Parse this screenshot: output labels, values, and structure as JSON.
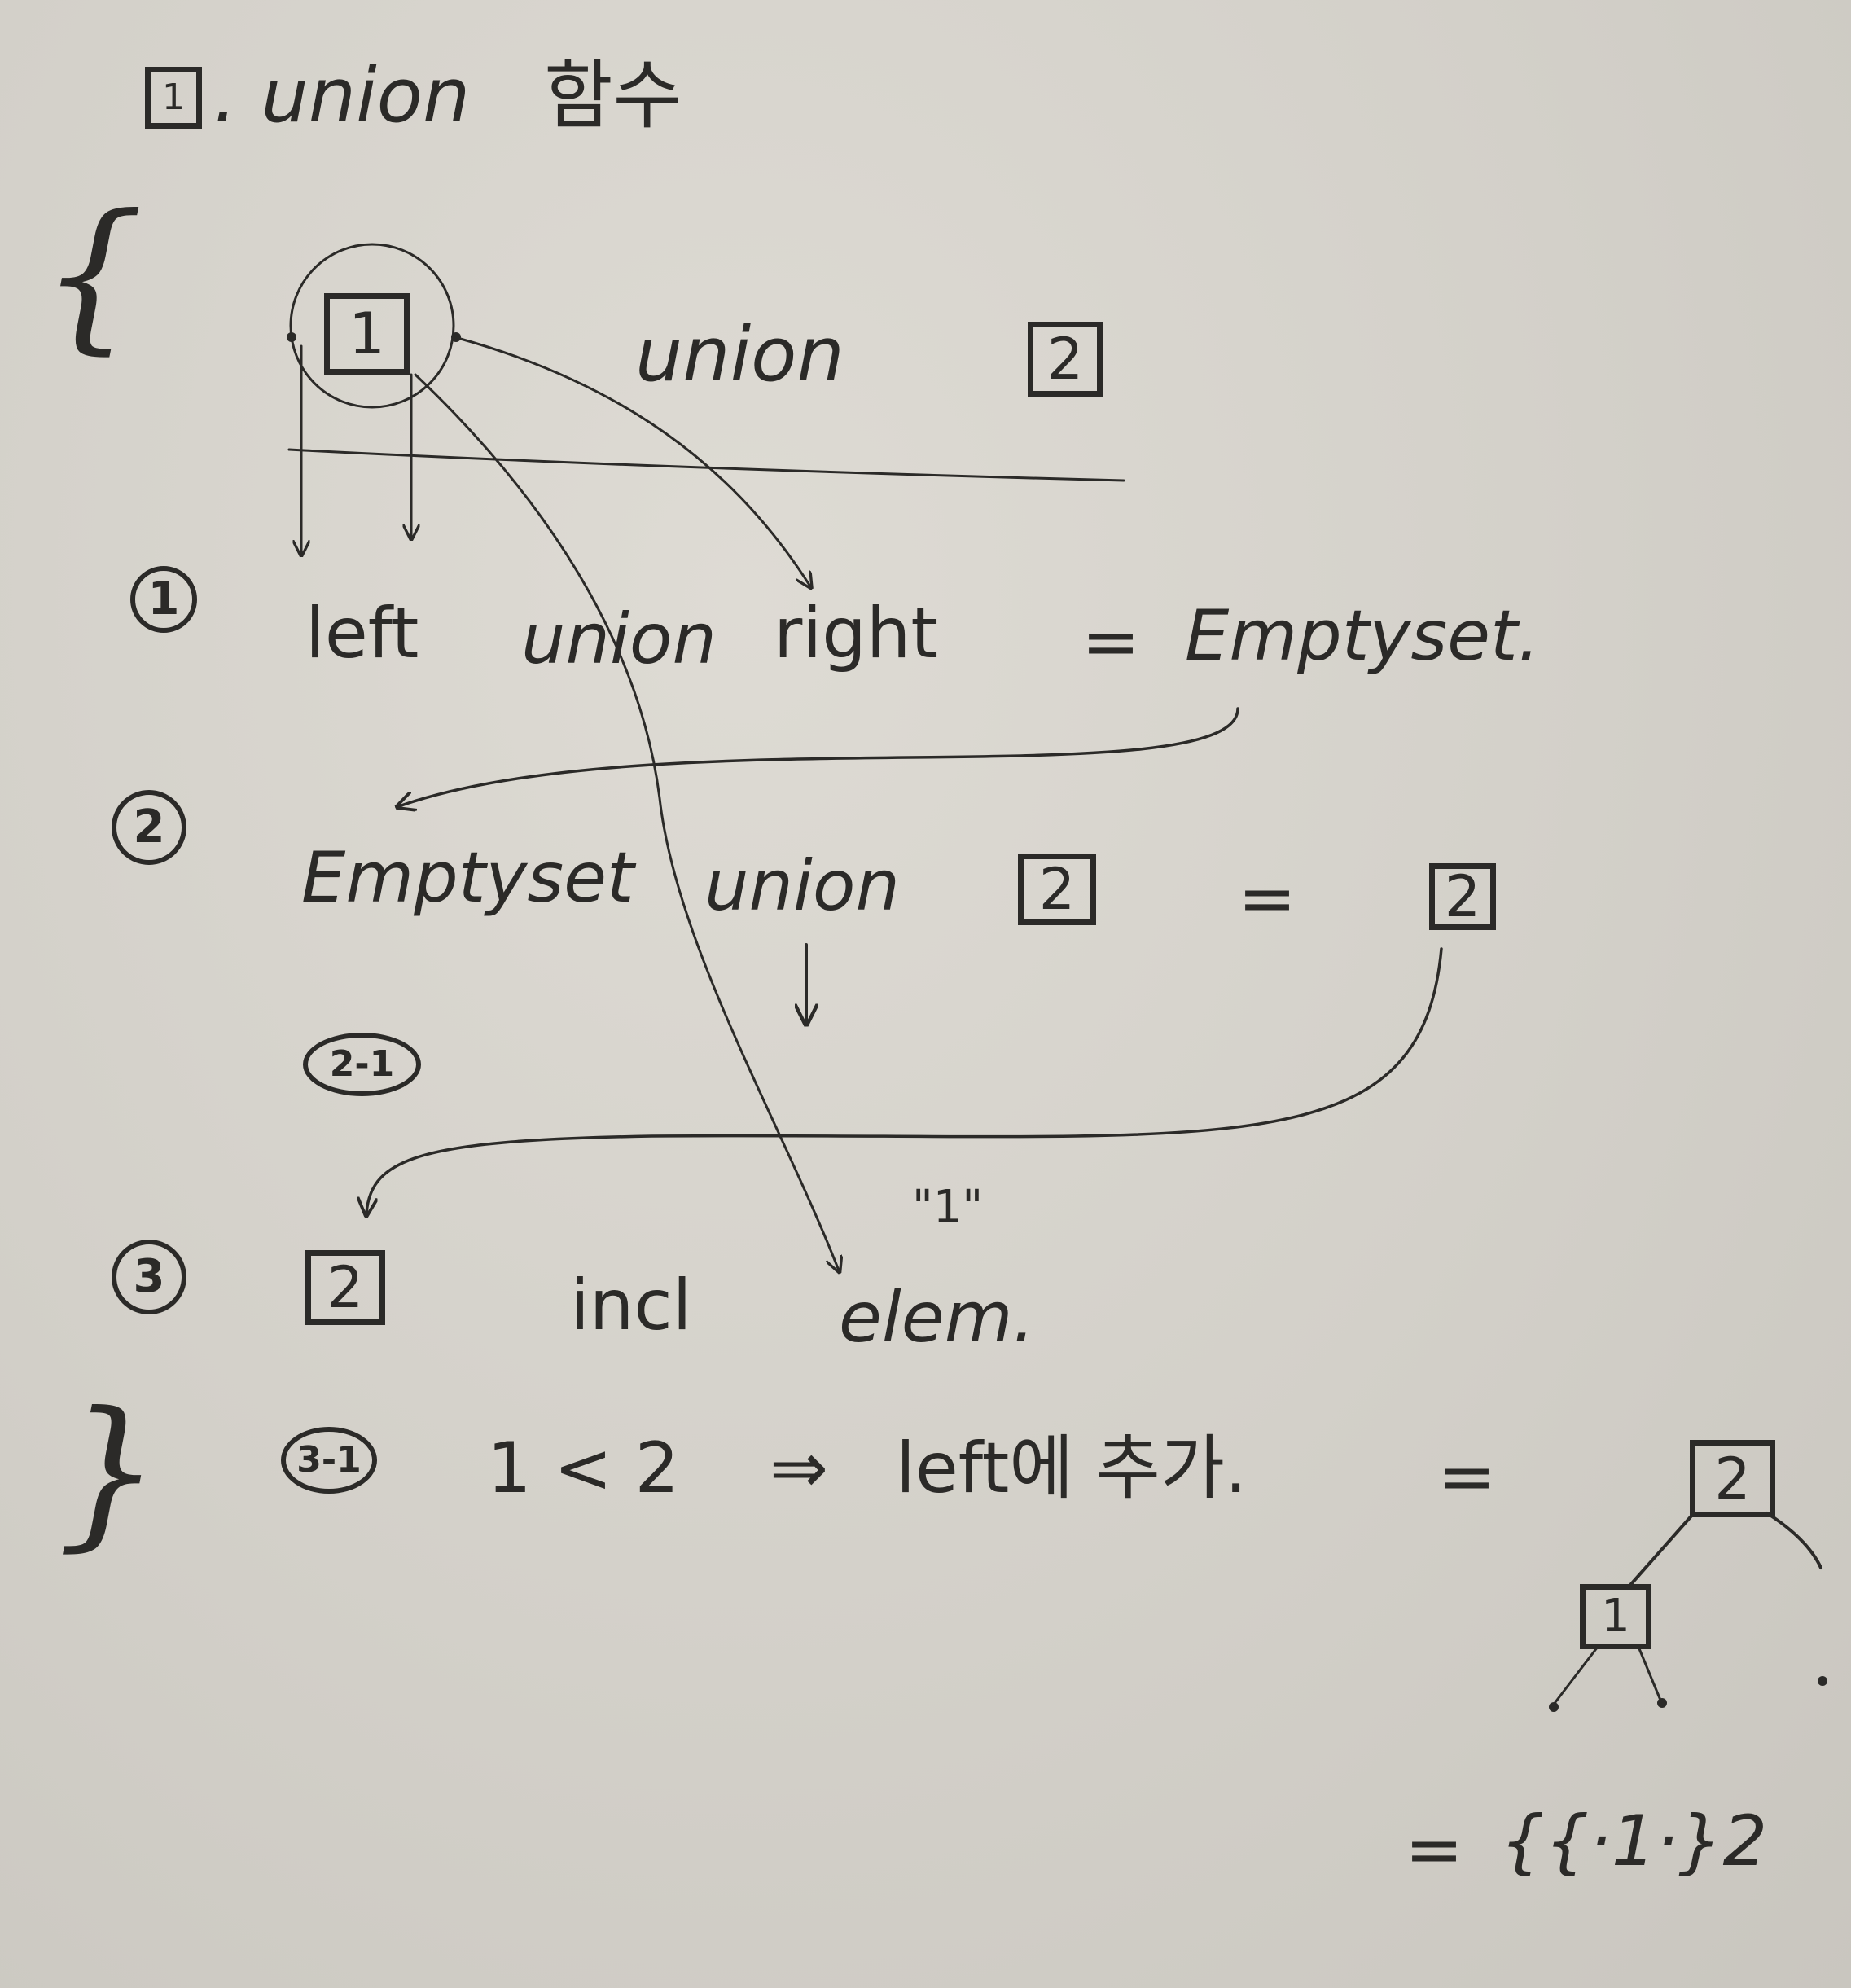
{
  "title": {
    "node": "1",
    "text": ". union",
    "suffix": "함수"
  },
  "top": {
    "node_left": "1",
    "op": "union",
    "node_right": "2"
  },
  "step1": {
    "marker": "1",
    "left": "left",
    "op": "union",
    "right": "right",
    "eq": "=",
    "result": "Emptyset."
  },
  "step2": {
    "marker": "2",
    "left": "Emptyset",
    "op": "union",
    "node": "2",
    "eq": "=",
    "result_node": "2"
  },
  "step2_1": {
    "marker": "2-1"
  },
  "step3": {
    "marker": "3",
    "node": "2",
    "op": "incl",
    "elem_quote": "\"1\"",
    "elem": "elem."
  },
  "step3_1": {
    "marker": "3-1",
    "cond": "1 < 2",
    "arrow": "⇒",
    "action": "left에 추가.",
    "eq": "="
  },
  "tree": {
    "root": "2",
    "left_child": "1"
  },
  "final": {
    "eq": "=",
    "expr": "{{·1·}2"
  },
  "braces": {
    "open": "{",
    "close": "}"
  }
}
